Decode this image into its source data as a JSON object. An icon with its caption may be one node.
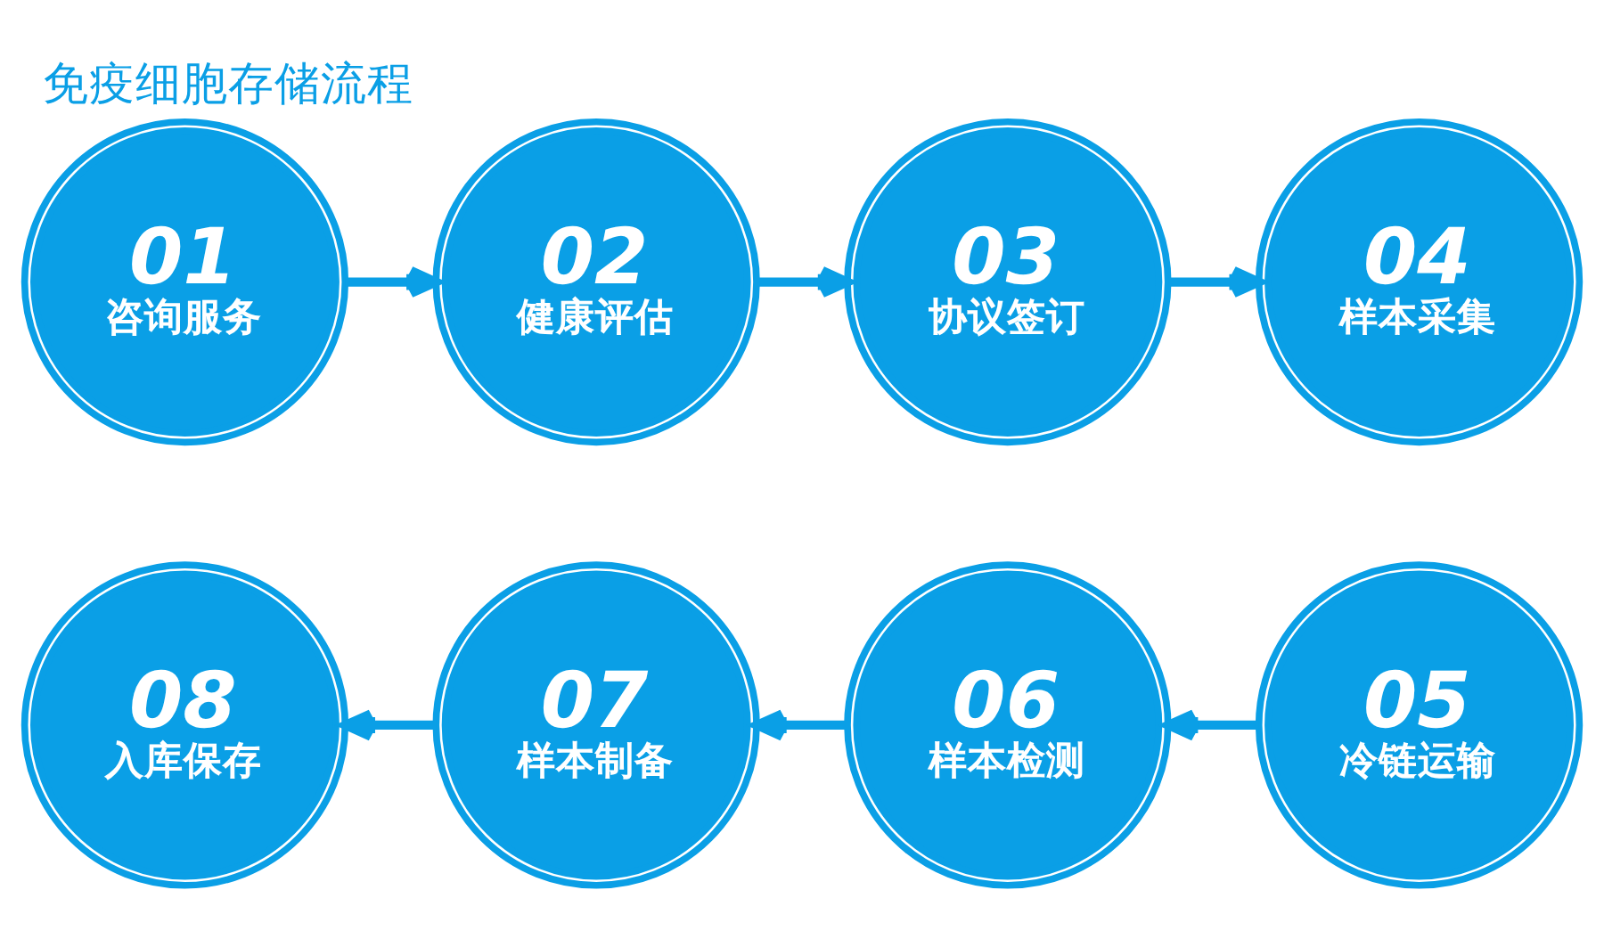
{
  "diagram": {
    "title": "免疫细胞存储流程",
    "nodes": [
      {
        "text": [
          "01",
          "咨询服务"
        ]
      },
      {
        "text": [
          "02",
          "健康评估"
        ]
      },
      {
        "text": [
          "03",
          "协议签订"
        ]
      },
      {
        "text": [
          "04",
          "样本采集"
        ]
      },
      {
        "text": [
          "05",
          "冷链运输"
        ]
      },
      {
        "text": [
          "06",
          "样本检测"
        ]
      },
      {
        "text": [
          "07",
          "样本制备"
        ]
      },
      {
        "text": [
          "08",
          "入库保存"
        ]
      }
    ],
    "edges": [
      {
        "from": 0,
        "to": 1,
        "arrow": "to"
      },
      {
        "from": 1,
        "to": 2,
        "arrow": "to"
      },
      {
        "from": 2,
        "to": 3,
        "arrow": "to"
      },
      {
        "from": 4,
        "to": 5,
        "arrow": "to"
      },
      {
        "from": 5,
        "to": 6,
        "arrow": "to"
      },
      {
        "from": 6,
        "to": 7,
        "arrow": "to"
      }
    ]
  }
}
